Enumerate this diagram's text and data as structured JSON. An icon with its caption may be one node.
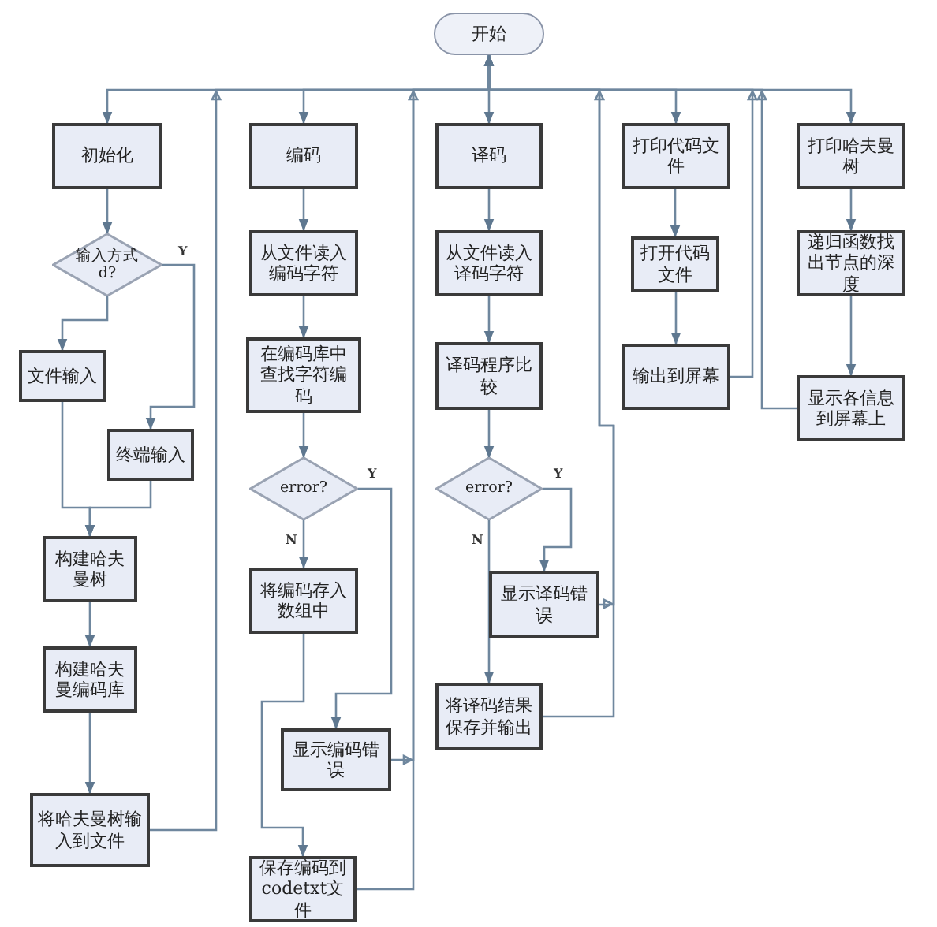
{
  "diagram": {
    "nodes": [
      {
        "text": [
          "开始"
        ]
      },
      {
        "text": [
          "初始化"
        ]
      },
      {
        "text": [
          "输入方式d?"
        ]
      },
      {
        "text": [
          "文件输入"
        ]
      },
      {
        "text": [
          "终端输入"
        ]
      },
      {
        "text": [
          "构建哈夫曼树"
        ]
      },
      {
        "text": [
          "构建哈夫曼编码库"
        ]
      },
      {
        "text": [
          "将哈夫曼树输入到文件"
        ]
      },
      {
        "text": [
          "编码"
        ]
      },
      {
        "text": [
          "从文件读入编码字符"
        ]
      },
      {
        "text": [
          "在编码库中查找字符编码"
        ]
      },
      {
        "text": [
          "error?"
        ]
      },
      {
        "text": [
          "将编码存入数组中"
        ]
      },
      {
        "text": [
          "显示编码错误"
        ]
      },
      {
        "text": [
          "保存编码到codetxt文件"
        ]
      },
      {
        "text": [
          "译码"
        ]
      },
      {
        "text": [
          "从文件读入译码字符"
        ]
      },
      {
        "text": [
          "译码程序比较"
        ]
      },
      {
        "text": [
          "error?"
        ]
      },
      {
        "text": [
          "显示译码错误"
        ]
      },
      {
        "text": [
          "将译码结果保存并输出"
        ]
      },
      {
        "text": [
          "打印代码文件"
        ]
      },
      {
        "text": [
          "打开代码文件"
        ]
      },
      {
        "text": [
          "输出到屏幕"
        ]
      },
      {
        "text": [
          "打印哈夫曼树"
        ]
      },
      {
        "text": [
          "递归函数找出节点的深度"
        ]
      },
      {
        "text": [
          "显示各信息到屏幕上"
        ]
      }
    ],
    "edges": [
      {
        "from": 0,
        "to": 1,
        "arrow": "to"
      },
      {
        "from": 0,
        "to": 8,
        "arrow": "to"
      },
      {
        "from": 0,
        "to": 15,
        "arrow": "to"
      },
      {
        "from": 0,
        "to": 21,
        "arrow": "to"
      },
      {
        "from": 0,
        "to": 24,
        "arrow": "to"
      },
      {
        "from": 1,
        "to": 2,
        "arrow": "to"
      },
      {
        "from": 2,
        "to": 3,
        "arrow": "to"
      },
      {
        "from": 2,
        "to": 4,
        "arrow": "to",
        "label": "Y"
      },
      {
        "from": 3,
        "to": 5,
        "arrow": "to"
      },
      {
        "from": 4,
        "to": 5,
        "arrow": "to"
      },
      {
        "from": 5,
        "to": 6,
        "arrow": "to"
      },
      {
        "from": 6,
        "to": 7,
        "arrow": "to"
      },
      {
        "from": 7,
        "to": 0,
        "arrow": "to"
      },
      {
        "from": 8,
        "to": 9,
        "arrow": "to"
      },
      {
        "from": 9,
        "to": 10,
        "arrow": "to"
      },
      {
        "from": 10,
        "to": 11,
        "arrow": "to"
      },
      {
        "from": 11,
        "to": 12,
        "arrow": "to",
        "label": "N"
      },
      {
        "from": 11,
        "to": 13,
        "arrow": "to",
        "label": "Y"
      },
      {
        "from": 12,
        "to": 14,
        "arrow": "to"
      },
      {
        "from": 13,
        "to": 0,
        "arrow": "to"
      },
      {
        "from": 14,
        "to": 0,
        "arrow": "to"
      },
      {
        "from": 15,
        "to": 16,
        "arrow": "to"
      },
      {
        "from": 16,
        "to": 17,
        "arrow": "to"
      },
      {
        "from": 17,
        "to": 18,
        "arrow": "to"
      },
      {
        "from": 18,
        "to": 19,
        "arrow": "to",
        "label": "Y"
      },
      {
        "from": 18,
        "to": 20,
        "arrow": "to",
        "label": "N"
      },
      {
        "from": 19,
        "to": 0,
        "arrow": "to"
      },
      {
        "from": 20,
        "to": 0,
        "arrow": "to"
      },
      {
        "from": 21,
        "to": 22,
        "arrow": "to"
      },
      {
        "from": 22,
        "to": 23,
        "arrow": "to"
      },
      {
        "from": 23,
        "to": 0,
        "arrow": "to"
      },
      {
        "from": 24,
        "to": 25,
        "arrow": "to"
      },
      {
        "from": 25,
        "to": 26,
        "arrow": "to"
      },
      {
        "from": 26,
        "to": 0,
        "arrow": "to"
      }
    ]
  }
}
